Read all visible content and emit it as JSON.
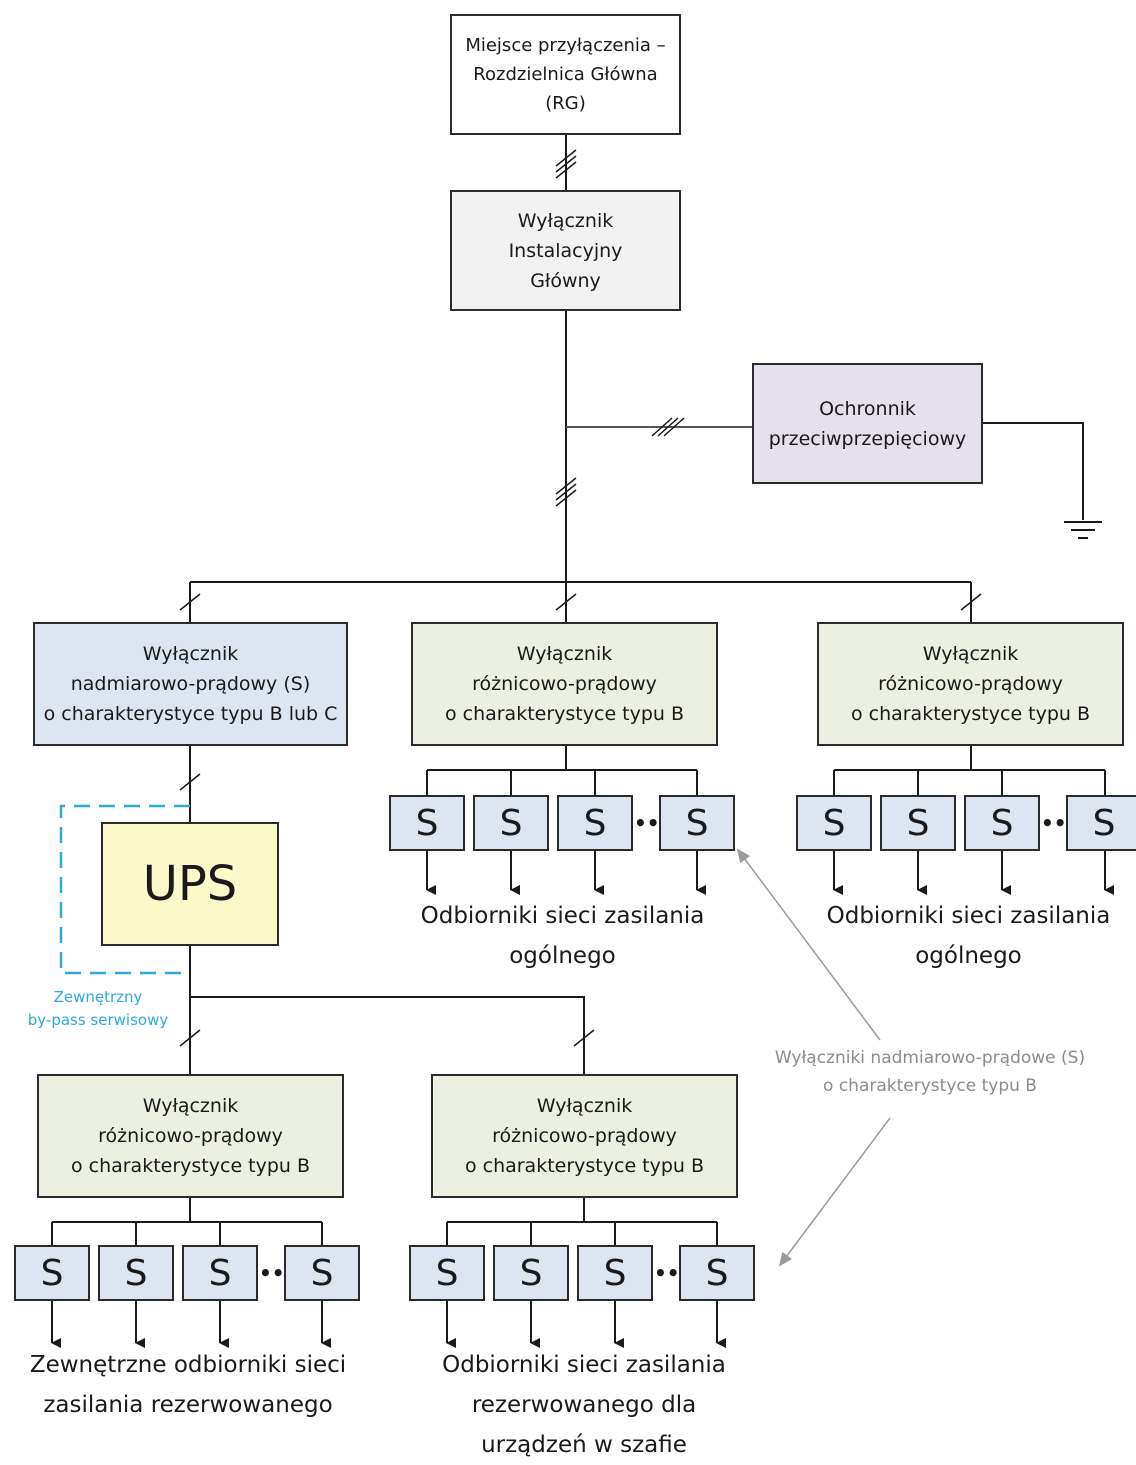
{
  "nodes": {
    "rg": [
      "Miejsce przyłączenia –",
      "Rozdzielnica Główna",
      "(RG)"
    ],
    "main_switch": [
      "Wyłącznik",
      "Instalacyjny",
      "Główny"
    ],
    "surge": [
      "Ochronnik",
      "przeciwprzepięciowy"
    ],
    "overcurrent": [
      "Wyłącznik",
      "nadmiarowo-prądowy (S)",
      "o charakterystyce typu B lub C"
    ],
    "rcd_a": [
      "Wyłącznik",
      "różnicowo-prądowy",
      "o charakterystyce typu B"
    ],
    "rcd_b": [
      "Wyłącznik",
      "różnicowo-prądowy",
      "o charakterystyce typu B"
    ],
    "ups": "UPS",
    "rcd_c": [
      "Wyłącznik",
      "różnicowo-prądowy",
      "o charakterystyce typu B"
    ],
    "rcd_d": [
      "Wyłącznik",
      "różnicowo-prądowy",
      "o charakterystyce typu B"
    ]
  },
  "breaker_symbol": "S",
  "ellipsis": "•••",
  "labels": {
    "general_a": [
      "Odbiorniki sieci zasilania",
      "ogólnego"
    ],
    "general_b": [
      "Odbiorniki sieci zasilania",
      "ogólnego"
    ],
    "bypass": [
      "Zewnętrzny",
      "by-pass serwisowy"
    ],
    "s_breakers_note": [
      "Wyłączniki nadmiarowo-prądowe (S)",
      "o charakterystyce typu B"
    ],
    "external_reserved": [
      "Zewnętrzne odbiorniki sieci",
      "zasilania rezerwowanego"
    ],
    "cabinet_reserved": [
      "Odbiorniki sieci zasilania",
      "rezerwowanego dla",
      "urządzeń w szafie"
    ]
  },
  "colors": {
    "line": "#1a1a1a",
    "bypass": "#2fa8e0",
    "annotation": "#8c8c8c",
    "ups_fill": "#fbf9c8",
    "surge_fill": "#e5e0ec",
    "overcurrent_fill": "#dde6f0",
    "rcd_fill": "#ebf0e3",
    "main_fill": "#f2f2f2"
  }
}
